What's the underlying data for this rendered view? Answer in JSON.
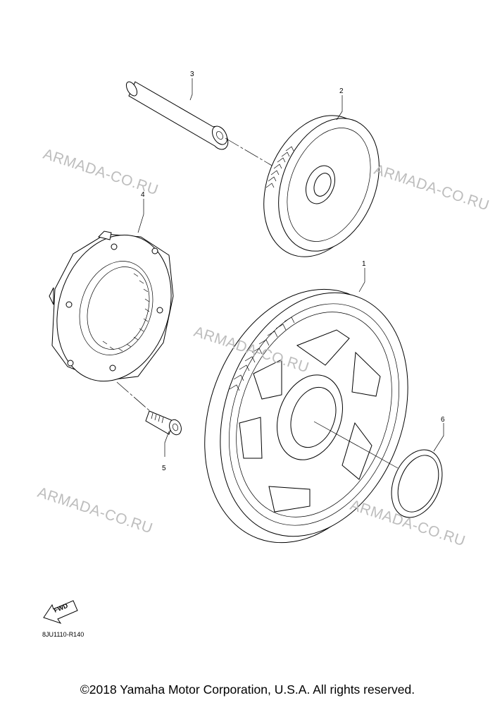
{
  "diagram": {
    "callouts": [
      "1",
      "2",
      "3",
      "4",
      "5",
      "6"
    ],
    "watermark": "ARMADA-CO.RU",
    "fwd_label": "FWD",
    "diagram_code": "8JU1110-R140"
  },
  "footer": {
    "copyright": "©2018 Yamaha Motor Corporation, U.S.A. All rights reserved."
  }
}
